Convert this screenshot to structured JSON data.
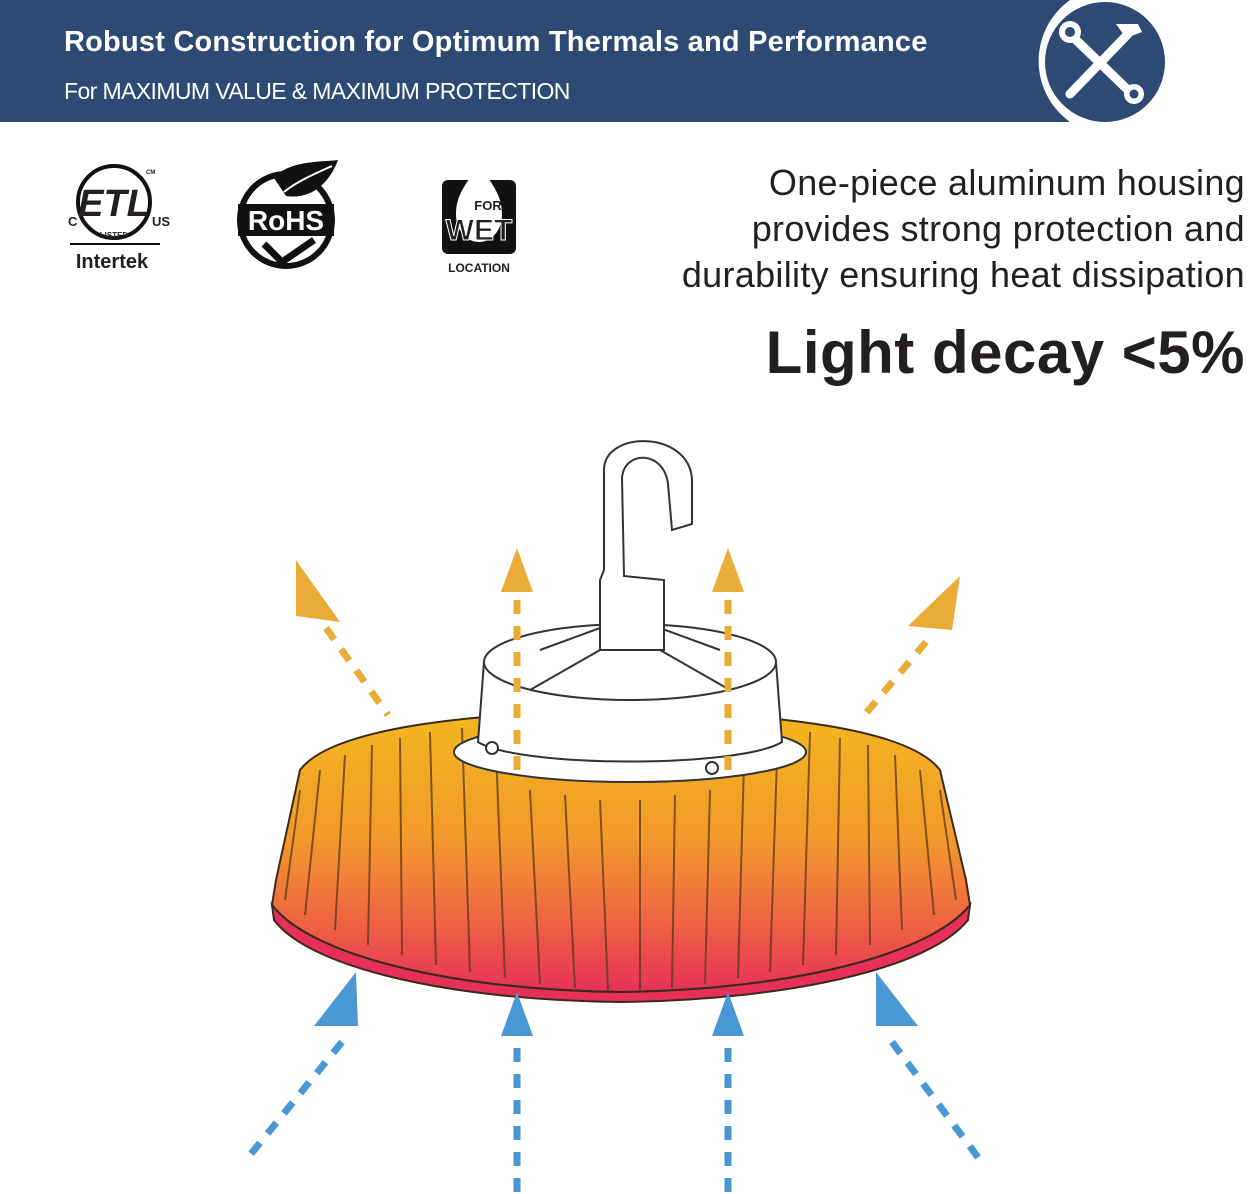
{
  "banner": {
    "title": "Robust Construction for Optimum Thermals and Performance",
    "subtitle": "For MAXIMUM VALUE & MAXIMUM PROTECTION",
    "badge_icon": "wrench-hammer-icon",
    "background": "#2d4a74"
  },
  "certifications": {
    "etl": {
      "mark": "ETL",
      "left_text": "C",
      "right_text": "US",
      "listed": "LISTED",
      "cm": "CM",
      "issuer": "Intertek"
    },
    "rohs": {
      "mark": "RoHS"
    },
    "wet": {
      "top": "FOR",
      "main": "WET",
      "bottom": "LOCATION"
    }
  },
  "description": {
    "lines": [
      "One-piece aluminum housing",
      "provides strong protection and",
      "durability ensuring heat dissipation"
    ]
  },
  "highlight": "Light decay <5%",
  "colors": {
    "hot_air": "#e9ac36",
    "cool_air": "#4a98d3",
    "heatsink_top": "#f2b523",
    "heatsink_bottom": "#e8325a"
  }
}
